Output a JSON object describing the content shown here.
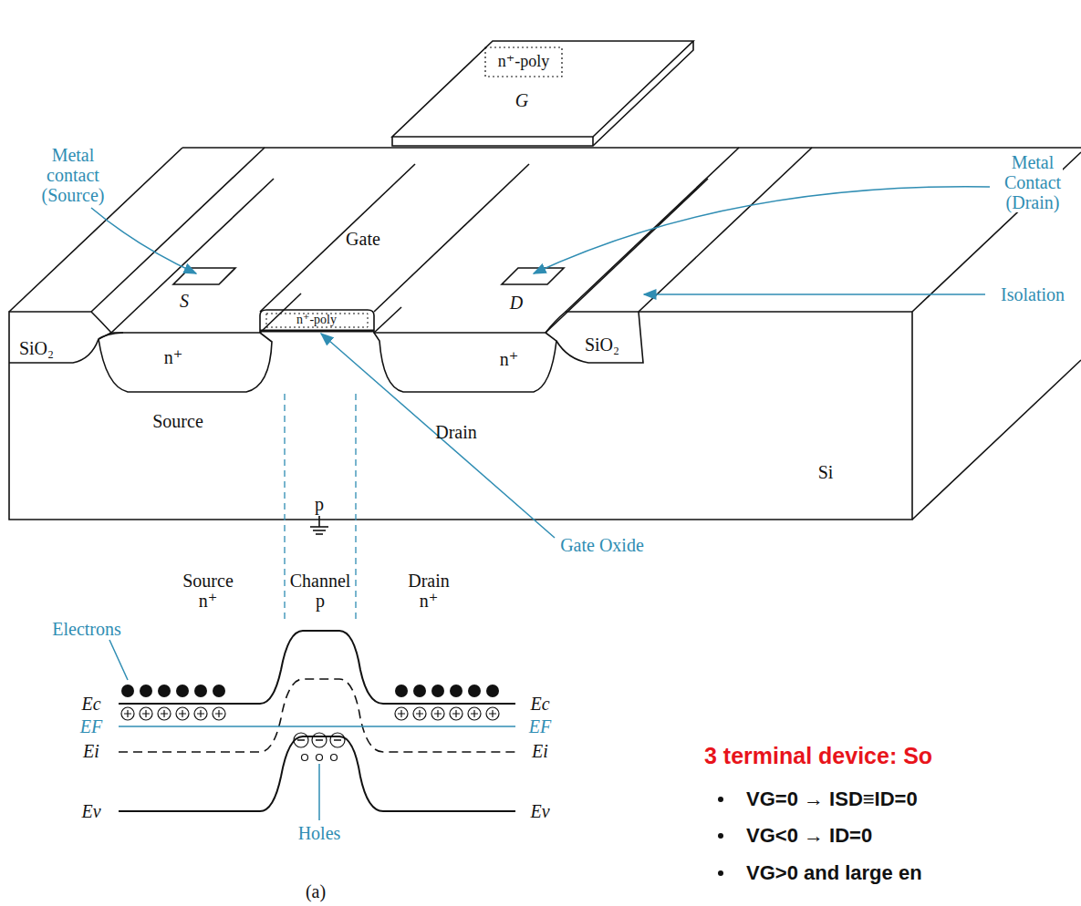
{
  "diagram": {
    "nodes": [
      {
        "text": [
          "n⁺-poly"
        ]
      },
      {
        "text": [
          "SiO₂"
        ]
      },
      {
        "text": [
          "n⁺"
        ]
      },
      {
        "text": [
          "n⁺-poly"
        ]
      },
      {
        "text": [
          "n⁺"
        ]
      },
      {
        "text": [
          "SiO₂"
        ]
      }
    ],
    "labels": [
      "Metal contact (Source)",
      "Gate",
      "S",
      "D",
      "G",
      "Metal Contact (Drain)",
      "Isolation",
      "Source",
      "Drain",
      "Si",
      "p",
      "Gate Oxide",
      "Source n⁺",
      "Channel p",
      "Drain n⁺",
      "Electrons",
      "Ec",
      "EF",
      "Ei",
      "Ev",
      "Ec",
      "EF",
      "Ei",
      "Ev",
      "Holes",
      "(a)",
      "3 terminal device: So",
      "VG=0 → ISD≡ID=0",
      "VG<0 → ID=0",
      "VG>0 and large en"
    ]
  }
}
